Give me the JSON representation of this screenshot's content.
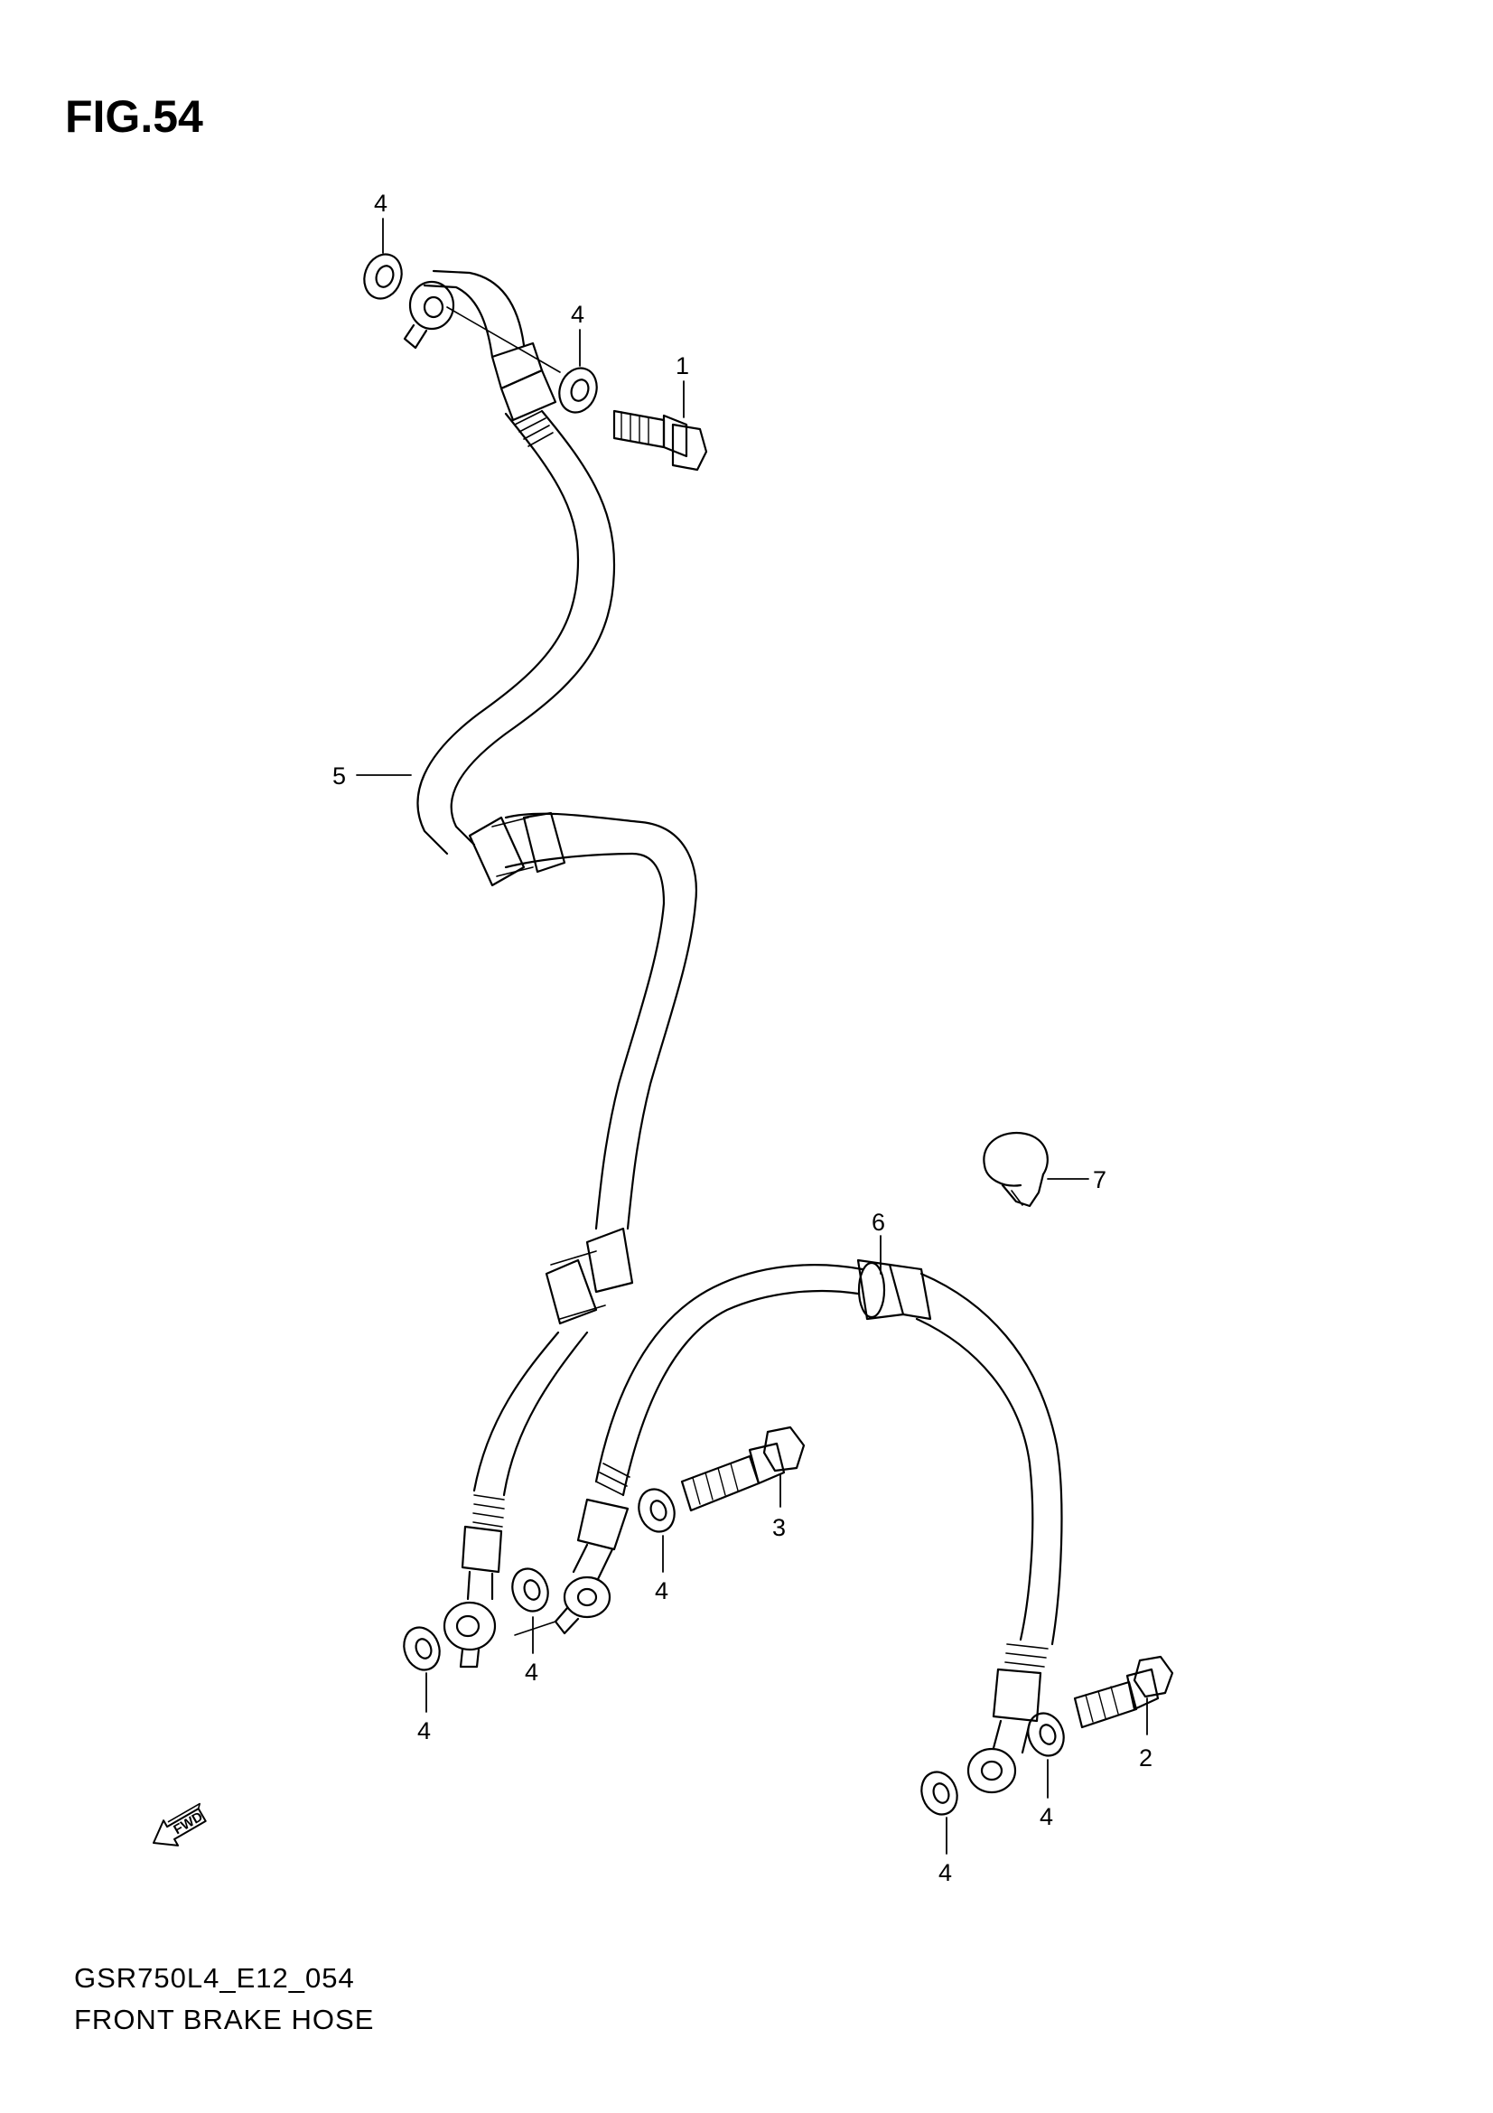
{
  "figure": {
    "title": "FIG.54",
    "model_code": "GSR750L4_E12_054",
    "name": "FRONT BRAKE HOSE"
  },
  "callouts": [
    {
      "id": "c4a",
      "label": "4"
    },
    {
      "id": "c4b",
      "label": "4"
    },
    {
      "id": "c1",
      "label": "1"
    },
    {
      "id": "c5",
      "label": "5"
    },
    {
      "id": "c7",
      "label": "7"
    },
    {
      "id": "c6",
      "label": "6"
    },
    {
      "id": "c3",
      "label": "3"
    },
    {
      "id": "c4c",
      "label": "4"
    },
    {
      "id": "c4d",
      "label": "4"
    },
    {
      "id": "c4e",
      "label": "4"
    },
    {
      "id": "c2",
      "label": "2"
    },
    {
      "id": "c4f",
      "label": "4"
    },
    {
      "id": "c4g",
      "label": "4"
    }
  ],
  "direction_marker": {
    "label": "FWD",
    "icon": "forward-arrow-icon"
  },
  "colors": {
    "ink": "#000000",
    "paper": "#ffffff"
  }
}
